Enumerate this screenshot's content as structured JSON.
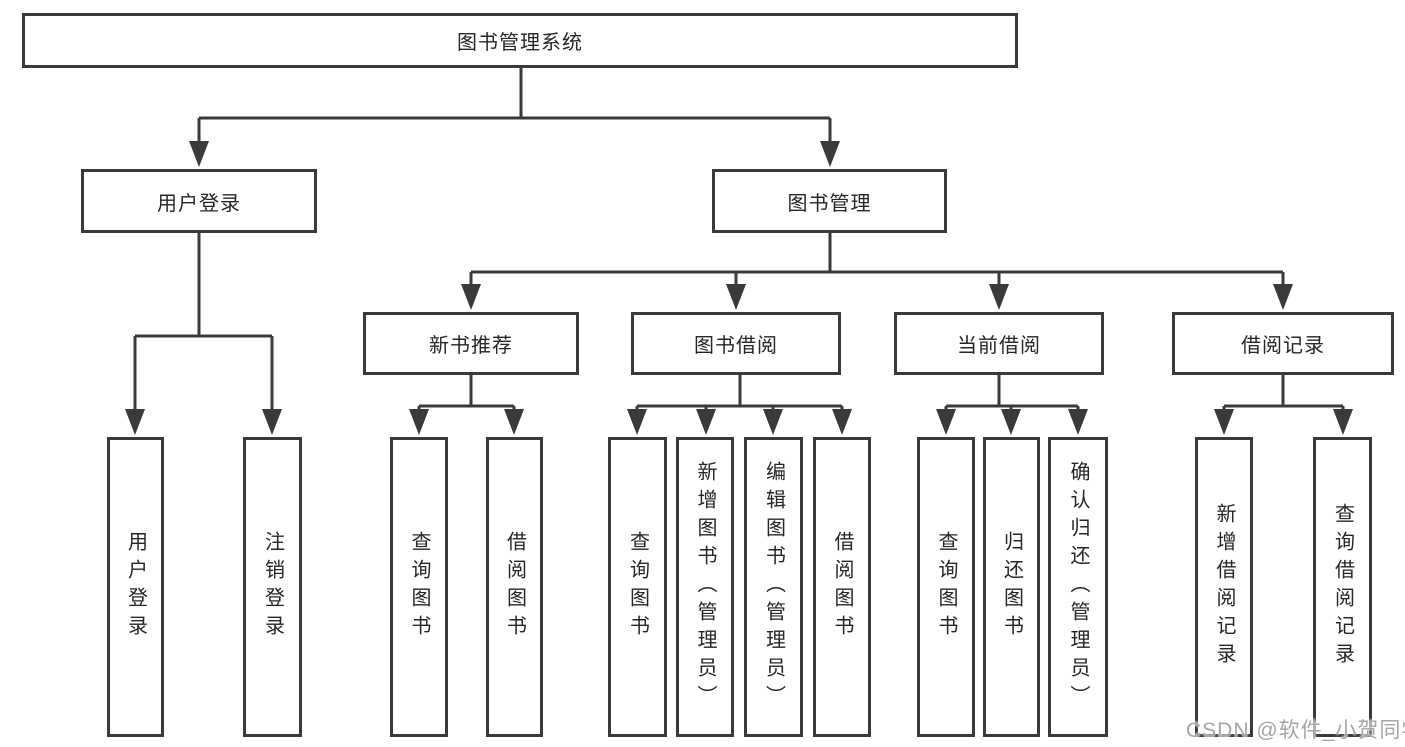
{
  "colors": {
    "line": "#3a3a3a",
    "box_border": "#3a3a3a",
    "box_fill": "#ffffff",
    "text": "#262626",
    "watermark": "#a6a6a6"
  },
  "tree": {
    "root": {
      "label": "图书管理系统"
    },
    "branches": [
      {
        "label": "用户登录",
        "children": [
          {
            "label": "用户登录"
          },
          {
            "label": "注销登录"
          }
        ]
      },
      {
        "label": "图书管理",
        "children": [
          {
            "label": "新书推荐",
            "children": [
              {
                "label": "查询图书"
              },
              {
                "label": "借阅图书"
              }
            ]
          },
          {
            "label": "图书借阅",
            "children": [
              {
                "label": "查询图书"
              },
              {
                "label": "新增图书（管理员）"
              },
              {
                "label": "编辑图书（管理员）"
              },
              {
                "label": "借阅图书"
              }
            ]
          },
          {
            "label": "当前借阅",
            "children": [
              {
                "label": "查询图书"
              },
              {
                "label": "归还图书"
              },
              {
                "label": "确认归还（管理员）"
              }
            ]
          },
          {
            "label": "借阅记录",
            "children": [
              {
                "label": "新增借阅记录"
              },
              {
                "label": "查询借阅记录"
              }
            ]
          }
        ]
      }
    ]
  },
  "watermark": {
    "text": "CSDN @软件_小贺同学"
  }
}
